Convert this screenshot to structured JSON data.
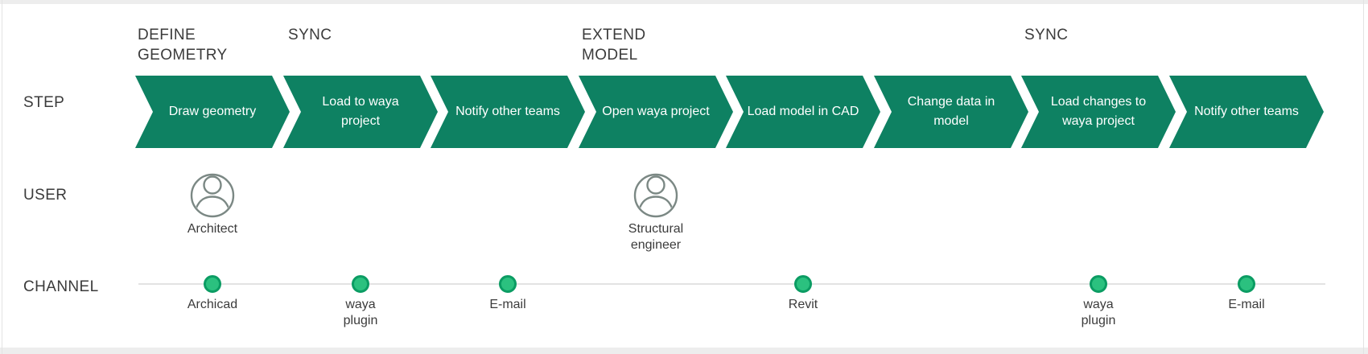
{
  "diagram": {
    "type": "process-journey-map",
    "rows": {
      "step": "STEP",
      "user": "USER",
      "channel": "CHANNEL"
    },
    "phases": [
      {
        "label": "DEFINE GEOMETRY",
        "step_index": 0
      },
      {
        "label": "SYNC",
        "step_index": 1
      },
      {
        "label": "EXTEND MODEL",
        "step_index": 3
      },
      {
        "label": "SYNC",
        "step_index": 6
      }
    ],
    "steps": [
      "Draw geometry",
      "Load to waya project",
      "Notify other teams",
      "Open waya project",
      "Load model in CAD",
      "Change data in model",
      "Load changes to waya project",
      "Notify other teams"
    ],
    "users": [
      {
        "name": "Architect",
        "step_index": 0,
        "icon": "person-icon"
      },
      {
        "name": "Structural engineer",
        "step_index": 3,
        "icon": "person-icon"
      }
    ],
    "channels": [
      {
        "name": "Archicad",
        "step_index": 0
      },
      {
        "name": "waya plugin",
        "step_index": 1
      },
      {
        "name": "E-mail",
        "step_index": 2
      },
      {
        "name": "Revit",
        "step_index": 4
      },
      {
        "name": "waya plugin",
        "step_index": 6
      },
      {
        "name": "E-mail",
        "step_index": 7
      }
    ],
    "palette": {
      "chevron_green": "#0e8162",
      "dot_fill": "#2bc17f",
      "dot_border": "#0b9c63",
      "channel_line": "#e3e3e3",
      "text_dark": "#3b3b3b",
      "step_text": "#ffffff",
      "user_icon_stroke": "#7b8884",
      "frame_gray": "#ededed"
    }
  }
}
